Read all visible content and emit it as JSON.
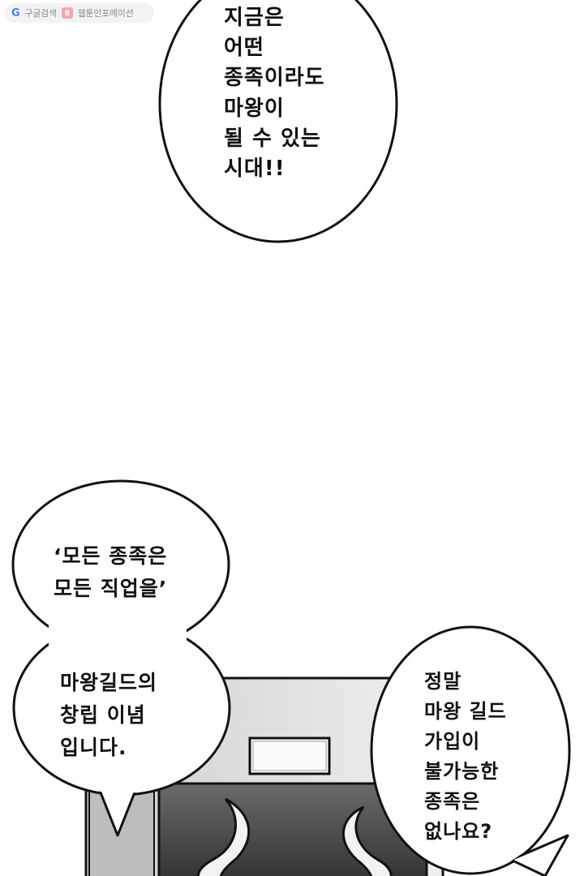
{
  "header": {
    "search_label": "구글검색",
    "site_label": "웹툰인포메이션"
  },
  "bubbles": {
    "top": {
      "lines": [
        "지금은",
        "어떤",
        "종족이라도",
        "마왕이",
        "될 수 있는",
        "시대!!"
      ]
    },
    "middle": {
      "lines": [
        "‘모든 종족은",
        "모든 직업을’"
      ]
    },
    "bottom_left": {
      "lines": [
        "마왕길드의",
        "창립 이념",
        "입니다."
      ]
    },
    "right": {
      "lines": [
        "정말",
        "마왕 길드",
        "가입이",
        "불가능한",
        "종족은",
        "없나요?"
      ]
    }
  },
  "colors": {
    "ink": "#111111",
    "paper": "#ffffff",
    "chip_bg": "#f3f3f3",
    "sign_dark": "#4a4a4a"
  },
  "icons": [
    "google-g-icon",
    "webtoon-logo-icon"
  ]
}
